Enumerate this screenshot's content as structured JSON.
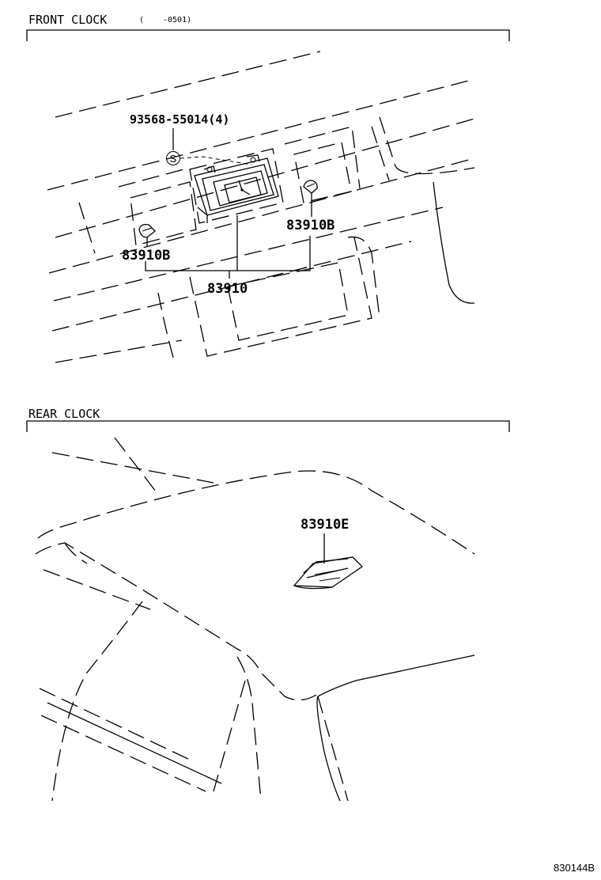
{
  "sections": {
    "front": {
      "title": "FRONT CLOCK",
      "note_open": "(",
      "note_range": "-0501)"
    },
    "rear": {
      "title": "REAR CLOCK"
    }
  },
  "callouts": {
    "screw_part": "93568-55014(4)",
    "screw_symbol": "S",
    "bulb_right": "83910B",
    "bulb_left": "83910B",
    "clock_assembly": "83910",
    "rear_clock": "83910E"
  },
  "figure_code": "830144B"
}
